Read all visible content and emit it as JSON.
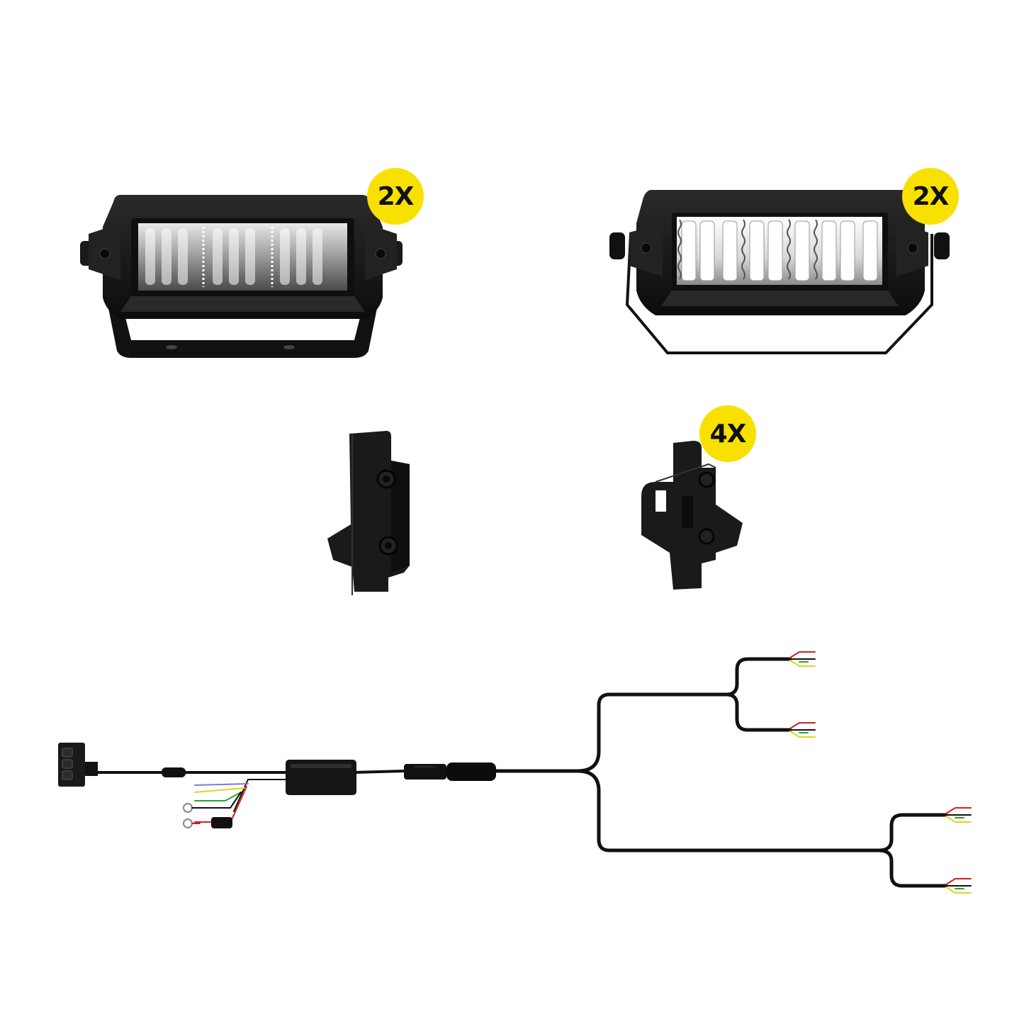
{
  "colors": {
    "background": "#ffffff",
    "badge": "#f8e000",
    "housing": "#1b1b1b",
    "wire_red": "#d42020",
    "wire_yellow": "#d8d820",
    "wire_green": "#2aa52a",
    "wire_blue": "#7a7ad8",
    "wire_white": "#cccccc"
  },
  "badges": {
    "light_pod_flush": "2X",
    "light_pod_bracket": "2X",
    "mounting_bracket": "4X"
  },
  "icons": [
    "flush-mount-light-pod",
    "bracket-mount-light-pod",
    "mounting-bracket",
    "side-mount-bracket",
    "rocker-switch",
    "relay-box",
    "wiring-harness"
  ]
}
